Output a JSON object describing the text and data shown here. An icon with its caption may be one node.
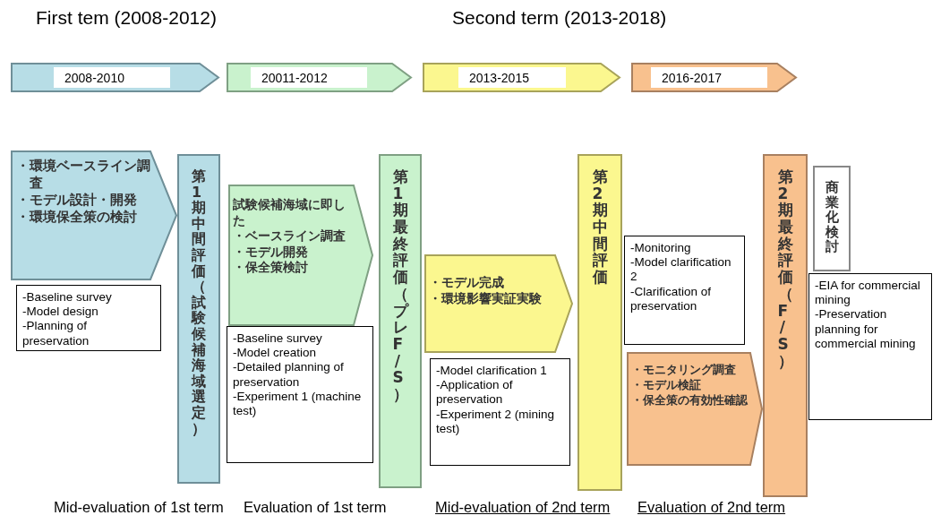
{
  "diagram": {
    "nodes": [
      {
        "text": [
          "2008-2010"
        ]
      },
      {
        "text": [
          "20011-2012"
        ]
      },
      {
        "text": [
          "2013-2015"
        ]
      },
      {
        "text": [
          "2016-2017"
        ]
      },
      {
        "text": [
          "・環境ベースライン調査",
          "・モデル設計・開発",
          "・環境保全策の検討"
        ]
      },
      {
        "text": [
          "-Baseline survey",
          "-Model design",
          "-Planning of preservation"
        ]
      },
      {
        "text": [
          "第1期中間評価（試験候補海域選定）"
        ]
      },
      {
        "text": [
          "試験候補海域に即した",
          "・ベースライン調査",
          "・モデル開発",
          "・保全策検討"
        ]
      },
      {
        "text": [
          "-Baseline survey",
          "-Model creation",
          "-Detailed planning of preservation",
          "-Experiment 1 (machine test)"
        ]
      },
      {
        "text": [
          "第1期最終評価（プレF/S）"
        ]
      },
      {
        "text": [
          "・モデル完成",
          "・環境影響実証実験"
        ]
      },
      {
        "text": [
          "-Model clarification 1",
          "-Application of preservation",
          "-Experiment 2 (mining test)"
        ]
      },
      {
        "text": [
          "第2期中間評価"
        ]
      },
      {
        "text": [
          "-Monitoring",
          "-Model clarification 2",
          "-Clarification of preservation"
        ]
      },
      {
        "text": [
          "・モニタリング調査",
          "・モデル検証",
          "・保全策の有効性確認"
        ]
      },
      {
        "text": [
          "第2期最終評価（F/S）"
        ]
      },
      {
        "text": [
          "商業化検討"
        ]
      },
      {
        "text": [
          "-EIA for commercial mining",
          "-Preservation planning for commercial mining"
        ]
      }
    ],
    "labels": [
      "First tem (2008-2012)",
      "Second term (2013-2018)",
      "Mid-evaluation of 1st term",
      "Evaluation of 1st term",
      "Mid-evaluation of 2nd term",
      "Evaluation of 2nd term"
    ]
  }
}
